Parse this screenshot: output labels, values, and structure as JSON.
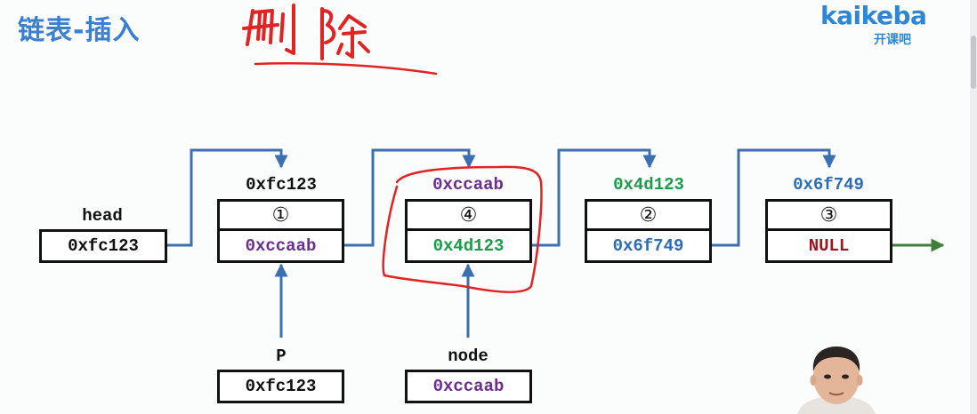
{
  "slide": {
    "title": "链表-插入"
  },
  "handwriting": {
    "text": "删除",
    "color": "#e02424"
  },
  "logo": {
    "word": "kaikeba",
    "sub": "开课吧",
    "color": "#2e86d6"
  },
  "colors": {
    "arrow": "#3a6fb0",
    "null_arrow": "#3f7f3a",
    "purple": "#6a2f8f",
    "green": "#1f9a4b",
    "blue": "#2f6bb5",
    "red": "#a1141c"
  },
  "head": {
    "label": "head",
    "value": "0xfc123"
  },
  "nodes": [
    {
      "id": "node-1",
      "address": "0xfc123",
      "number": "①",
      "next": "0xccaab",
      "address_color": "#111111",
      "next_color": "#6a2f8f"
    },
    {
      "id": "node-4",
      "address": "0xccaab",
      "number": "④",
      "next": "0x4d123",
      "address_color": "#6a2f8f",
      "next_color": "#1f9a4b"
    },
    {
      "id": "node-2",
      "address": "0x4d123",
      "number": "②",
      "next": "0x6f749",
      "address_color": "#1f9a4b",
      "next_color": "#2f6bb5"
    },
    {
      "id": "node-3",
      "address": "0x6f749",
      "number": "③",
      "next": "NULL",
      "address_color": "#2f6bb5",
      "next_color": "#a1141c"
    }
  ],
  "pointers": [
    {
      "label": "P",
      "value": "0xfc123"
    },
    {
      "label": "node",
      "value": "0xccaab"
    }
  ],
  "presenter": {
    "icon": "presenter-avatar-icon"
  }
}
